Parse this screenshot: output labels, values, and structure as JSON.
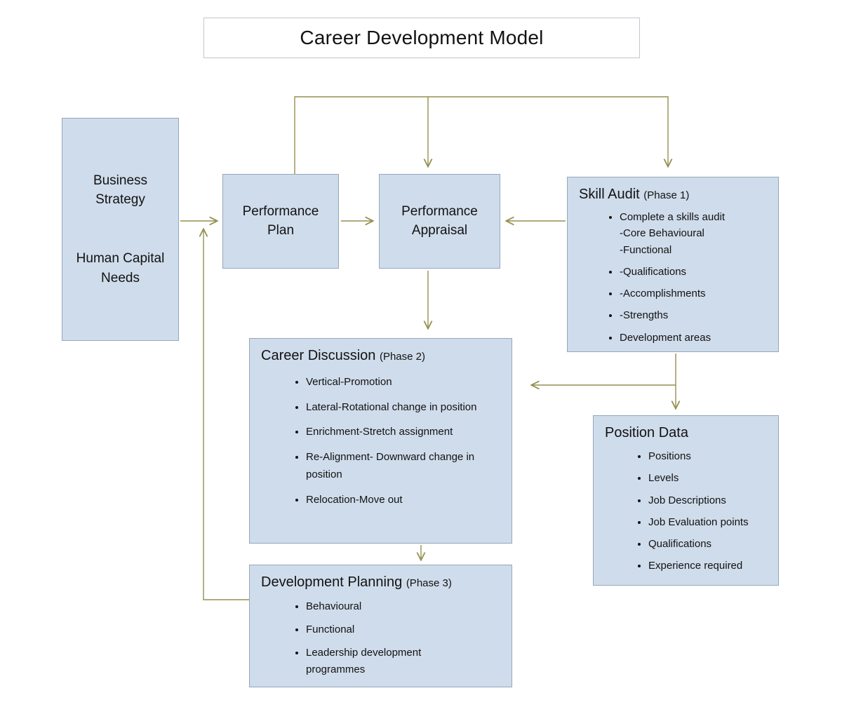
{
  "title": "Career Development Model",
  "colors": {
    "box_fill": "#cfdceb",
    "box_border": "#96a7ba",
    "arrow": "#949150",
    "title_border": "#c2c7cd",
    "text": "#121212"
  },
  "boxes": {
    "business_strategy": {
      "lines": [
        "Business Strategy",
        "Human Capital Needs"
      ]
    },
    "performance_plan": {
      "label": "Performance Plan"
    },
    "performance_appraisal": {
      "label": "Performance Appraisal"
    },
    "skill_audit": {
      "title": "Skill Audit",
      "phase": "(Phase 1)",
      "bullets": [
        [
          "Complete a skills audit",
          "-Core Behavioural",
          "-Functional"
        ],
        "-Qualifications",
        "-Accomplishments",
        "-Strengths",
        "Development areas"
      ]
    },
    "career_discussion": {
      "title": "Career Discussion",
      "phase": "(Phase 2)",
      "bullets": [
        "Vertical-Promotion",
        "Lateral-Rotational change in position",
        "Enrichment-Stretch assignment",
        "Re-Alignment- Downward change in position",
        "Relocation-Move out"
      ]
    },
    "position_data": {
      "title": "Position Data",
      "bullets": [
        "Positions",
        "Levels",
        "Job Descriptions",
        "Job Evaluation points",
        "Qualifications",
        "Experience required"
      ]
    },
    "development_planning": {
      "title": "Development Planning",
      "phase": "(Phase 3)",
      "bullets": [
        "Behavioural",
        "Functional",
        "Leadership development programmes"
      ]
    }
  }
}
